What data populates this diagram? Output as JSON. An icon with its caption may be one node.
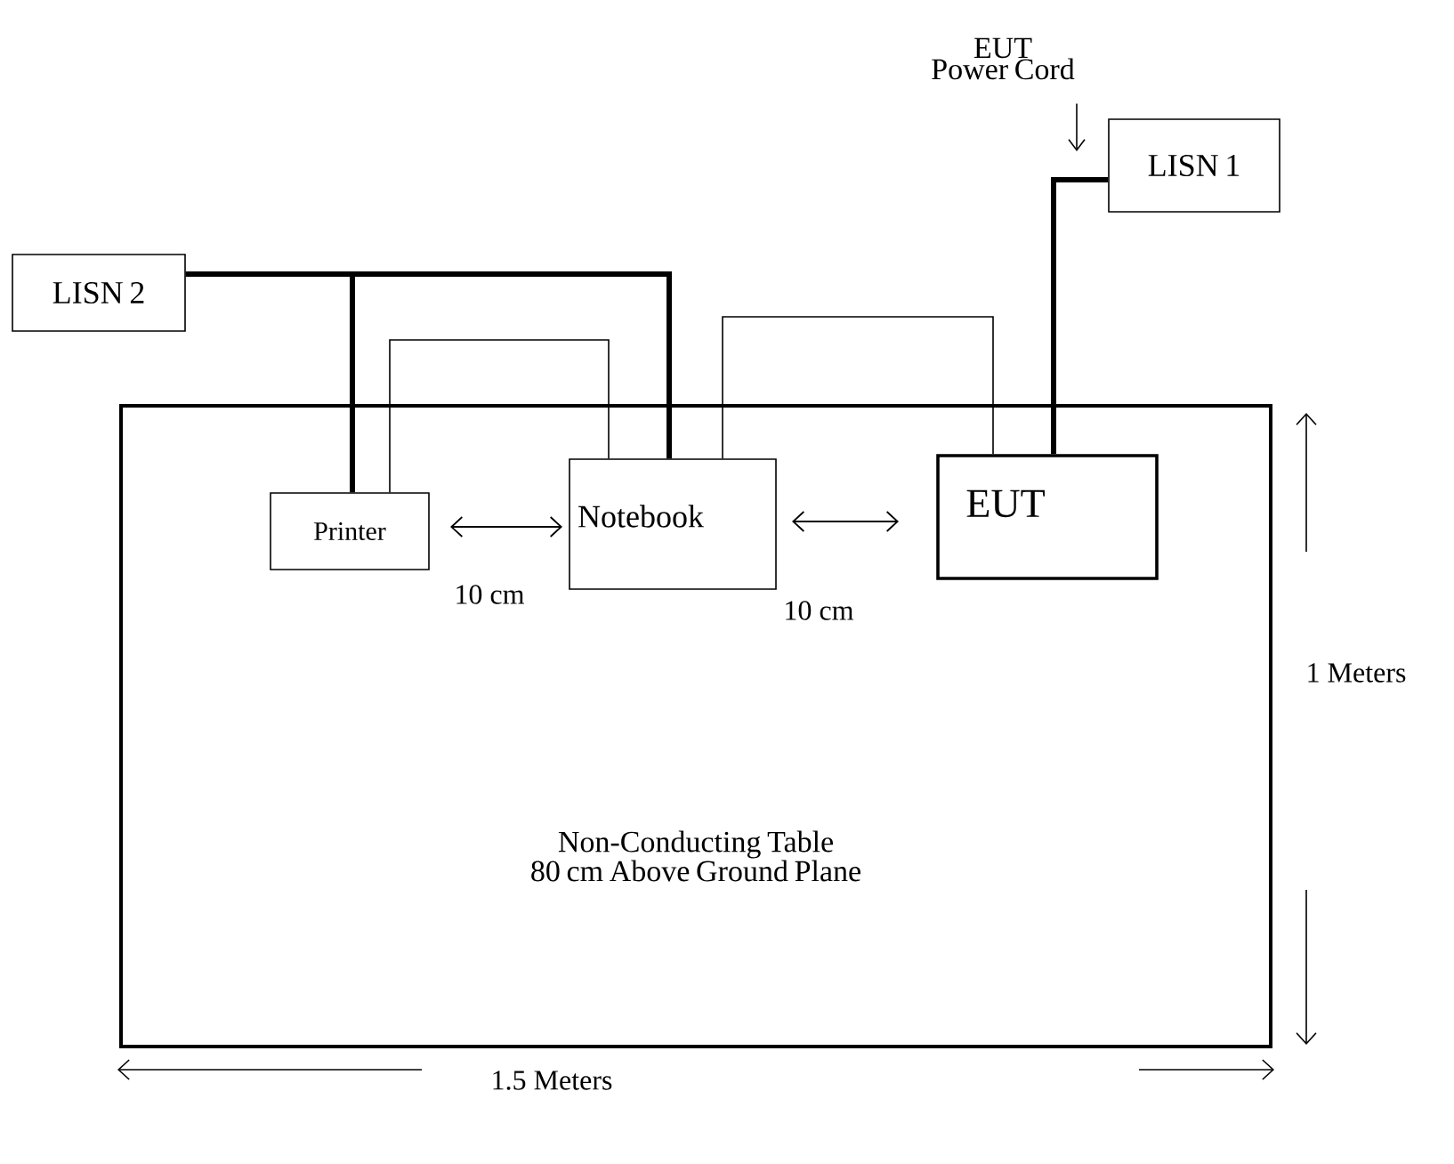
{
  "diagram": {
    "nodes": [
      {
        "text": [
          "LISN 2"
        ]
      },
      {
        "text": [
          "Non-Conducting Table",
          "80 cm Above Ground Plane"
        ]
      },
      {
        "text": [
          "Printer"
        ],
        "in": 1
      },
      {
        "text": [
          "Notebook"
        ],
        "in": 1
      },
      {
        "text": [
          "EUT"
        ],
        "in": 1
      },
      {
        "text": [
          "LISN 1"
        ]
      },
      {
        "text": [
          "EUT",
          "Power Cord"
        ]
      }
    ],
    "edges": [
      {
        "from": 0,
        "to": 2,
        "arrow": "none",
        "style": "thick"
      },
      {
        "from": 0,
        "to": 3,
        "arrow": "none",
        "style": "thick"
      },
      {
        "from": 2,
        "to": 3,
        "arrow": "none"
      },
      {
        "from": 3,
        "to": 4,
        "arrow": "none"
      },
      {
        "from": 5,
        "to": 4,
        "arrow": "none",
        "style": "thick"
      },
      {
        "from": 6,
        "to": null,
        "arrow": "to"
      }
    ],
    "labels": [
      "10 cm",
      "10 cm",
      "1 Meters",
      "1.5 Meters"
    ]
  }
}
